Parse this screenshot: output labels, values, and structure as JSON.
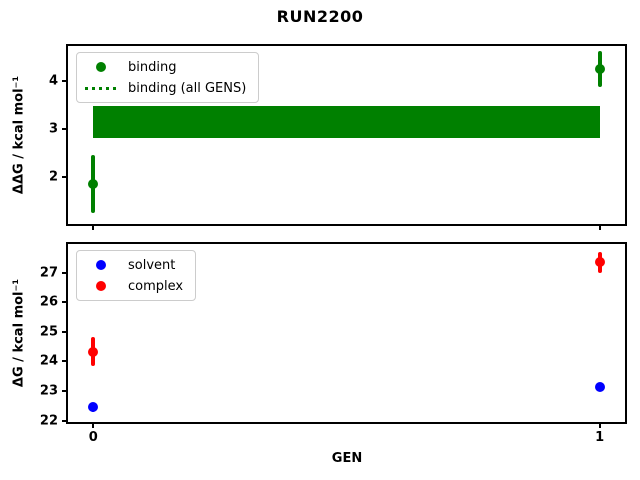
{
  "title": "RUN2200",
  "colors": {
    "axis": "#000000",
    "background": "#ffffff",
    "legend_border": "#cccccc",
    "binding_green": "#008000",
    "solvent_blue": "#0000ff",
    "complex_red": "#ff0000"
  },
  "chart_data": [
    {
      "type": "scatter",
      "panel": "binding-free-energy",
      "ylabel": "ΔΔG / kcal mol⁻¹",
      "xlabel": "",
      "xlim": [
        -0.05,
        1.05
      ],
      "ylim": [
        1.02,
        4.73
      ],
      "yticks": [
        "2",
        "3",
        "4"
      ],
      "ytick_values": [
        2,
        3,
        4
      ],
      "xticks": [],
      "xtick_values": [
        0,
        1
      ],
      "grid": false,
      "legend_position": "upper left",
      "series": [
        {
          "name": "binding",
          "color": "#008000",
          "marker": "circle",
          "x": [
            0,
            1
          ],
          "y": [
            1.85,
            4.25
          ],
          "yerr": [
            0.6,
            0.38
          ]
        }
      ],
      "band": {
        "name": "binding (all GENS)",
        "color": "#008000",
        "x": [
          0,
          1
        ],
        "y_low": 2.82,
        "y_high": 3.47
      },
      "legend": [
        {
          "label": "binding",
          "glyph": "dot",
          "color": "#008000"
        },
        {
          "label": "binding (all GENS)",
          "glyph": "dotted-line",
          "color": "#008000"
        }
      ]
    },
    {
      "type": "scatter",
      "panel": "absolute-free-energy",
      "ylabel": "ΔG / kcal mol⁻¹",
      "xlabel": "GEN",
      "xlim": [
        -0.05,
        1.05
      ],
      "ylim": [
        21.95,
        27.97
      ],
      "yticks": [
        "22",
        "23",
        "24",
        "25",
        "26",
        "27"
      ],
      "ytick_values": [
        22,
        23,
        24,
        25,
        26,
        27
      ],
      "xticks": [
        "0",
        "1"
      ],
      "xtick_values": [
        0,
        1
      ],
      "grid": false,
      "legend_position": "upper left",
      "series": [
        {
          "name": "solvent",
          "color": "#0000ff",
          "marker": "circle",
          "x": [
            0,
            1
          ],
          "y": [
            22.45,
            23.15
          ],
          "yerr": [
            0.15,
            0.08
          ]
        },
        {
          "name": "complex",
          "color": "#ff0000",
          "marker": "circle",
          "x": [
            0,
            1
          ],
          "y": [
            24.33,
            27.35
          ],
          "yerr": [
            0.5,
            0.35
          ]
        }
      ],
      "legend": [
        {
          "label": "solvent",
          "glyph": "dot",
          "color": "#0000ff"
        },
        {
          "label": "complex",
          "glyph": "dot",
          "color": "#ff0000"
        }
      ]
    }
  ]
}
